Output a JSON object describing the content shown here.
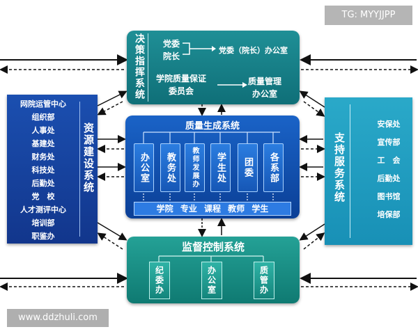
{
  "watermark": {
    "top_right": "TG: MYYJJPP",
    "bottom_left": "www.ddzhuli.com"
  },
  "decision": {
    "title": "决策指挥系统",
    "party_committee": "党委",
    "dean": "院长",
    "party_office": "党委（院长）办公室",
    "quality_committee_line1": "学院质量保证",
    "quality_committee_line2": "委员会",
    "quality_office_line1": "质量管理",
    "quality_office_line2": "办公室"
  },
  "quality": {
    "title": "质量生成系统",
    "departments": [
      "办公室",
      "教务处",
      "教师发展办",
      "学生处",
      "团委",
      "各系部"
    ],
    "bottom_bar": "学院 专业 课程 教师 学生"
  },
  "resource": {
    "title": "资源建设系统",
    "items": [
      "网院运管中心",
      "组织部",
      "人事处",
      "基建处",
      "财务处",
      "科技处",
      "后勤处",
      "党　校",
      "人才测评中心",
      "培训部",
      "职鉴办"
    ]
  },
  "support": {
    "title": "支持服务系统",
    "items": [
      "安保处",
      "宣传部",
      "工　会",
      "后勤处",
      "图书馆",
      "培保部"
    ]
  },
  "monitor": {
    "title": "监督控制系统",
    "items": [
      "纪委办",
      "办公室",
      "质管办"
    ]
  }
}
